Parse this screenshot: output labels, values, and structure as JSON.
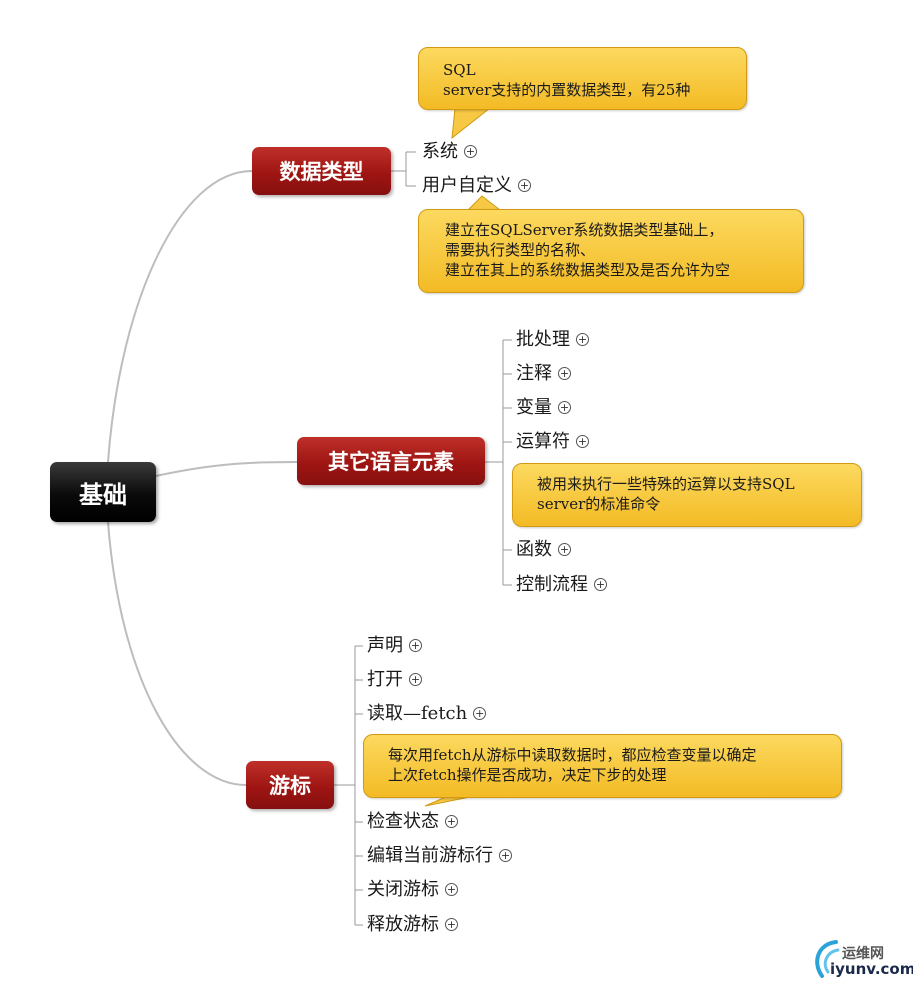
{
  "central": {
    "label": "基础"
  },
  "branches": [
    {
      "label": "数据类型",
      "leaves": [
        "系统",
        "用户自定义"
      ],
      "notes": [
        [
          "SQL",
          "server支持的内置数据类型，有25种"
        ],
        [
          "建立在SQLServer系统数据类型基础上，",
          "需要执行类型的名称、",
          "建立在其上的系统数据类型及是否允许为空"
        ]
      ]
    },
    {
      "label": "其它语言元素",
      "leaves": [
        "批处理",
        "注释",
        "变量",
        "运算符",
        "函数",
        "控制流程"
      ],
      "notes": [
        [
          "被用来执行一些特殊的运算以支持SQL",
          "server的标准命令"
        ]
      ]
    },
    {
      "label": "游标",
      "leaves": [
        "声明",
        "打开",
        "读取—fetch",
        "检查状态",
        "编辑当前游标行",
        "关闭游标",
        "释放游标"
      ],
      "notes": [
        [
          "每次用fetch从游标中读取数据时，都应检查变量以确定",
          "上次fetch操作是否成功，决定下步的处理"
        ]
      ]
    }
  ],
  "expand_symbol": "+",
  "watermark": {
    "line1": "运维网",
    "line2": "iyunv.com"
  },
  "colors": {
    "central": "#000000",
    "branch": "#9e1512",
    "note": "#f7c843",
    "connector": "#b8b8b8"
  }
}
